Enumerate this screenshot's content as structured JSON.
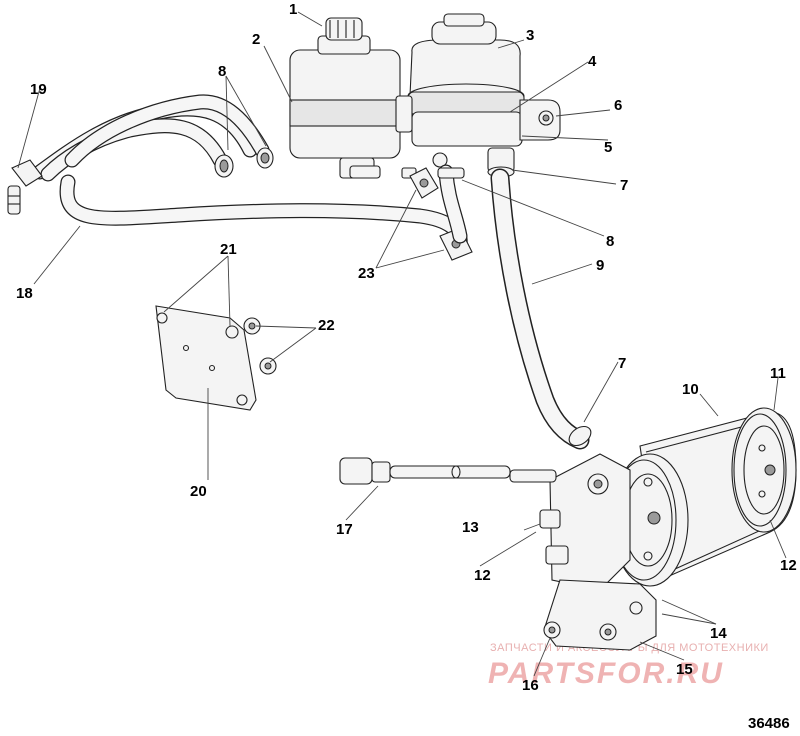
{
  "figure_number": "36486",
  "watermark": {
    "tagline": "ЗАПЧАСТИ И АКСЕССУАРЫ ДЛЯ МОТОТЕХНИКИ",
    "brand": "PARTSFOR.RU"
  },
  "callouts": [
    "1",
    "2",
    "3",
    "4",
    "5",
    "6",
    "7",
    "8",
    "9",
    "10",
    "11",
    "12",
    "13",
    "14",
    "15",
    "16",
    "17",
    "18",
    "19",
    "20",
    "21",
    "22",
    "23"
  ],
  "colors": {
    "line": "#222222",
    "watermark": "#efb3b3",
    "fill": "#f4f4f4"
  }
}
